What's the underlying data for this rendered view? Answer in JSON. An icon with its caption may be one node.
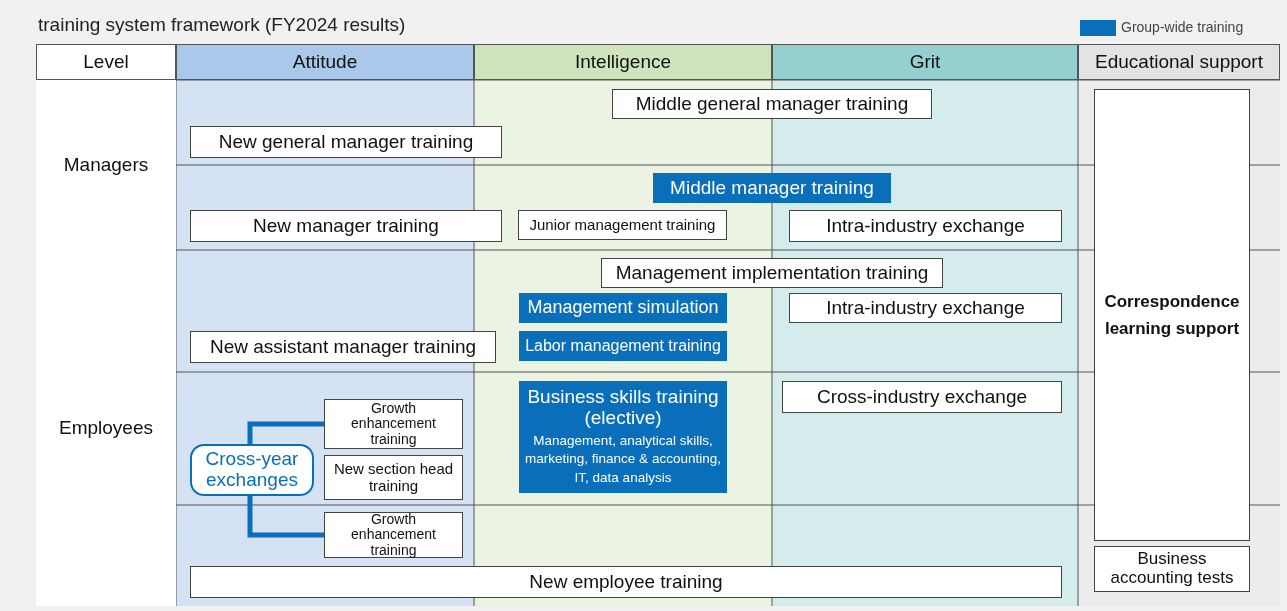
{
  "diagram": {
    "title": "training system framework (FY2024 results)",
    "nodes": [
      {
        "text": [
          "Level"
        ]
      },
      {
        "text": [
          "Attitude"
        ]
      },
      {
        "text": [
          "Intelligence"
        ]
      },
      {
        "text": [
          "Grit"
        ]
      },
      {
        "text": [
          "Educational support"
        ]
      },
      {
        "text": [
          "Managers"
        ]
      },
      {
        "text": [
          "Employees"
        ]
      },
      {
        "text": [
          "Middle general manager training"
        ]
      },
      {
        "text": [
          "New general manager training"
        ]
      },
      {
        "text": [
          "Middle manager training"
        ]
      },
      {
        "text": [
          "New manager training"
        ]
      },
      {
        "text": [
          "Junior management training"
        ]
      },
      {
        "text": [
          "Intra-industry exchange"
        ]
      },
      {
        "text": [
          "Management implementation training"
        ]
      },
      {
        "text": [
          "Management simulation"
        ]
      },
      {
        "text": [
          "Intra-industry exchange"
        ]
      },
      {
        "text": [
          "New assistant manager training"
        ]
      },
      {
        "text": [
          "Labor management training"
        ]
      },
      {
        "text": [
          "Correspondence learning support"
        ]
      },
      {
        "text": [
          "Business skills training (elective)",
          "Management, analytical skills, marketing, finance & accounting, IT, data analysis"
        ]
      },
      {
        "text": [
          "Cross-industry exchange"
        ]
      },
      {
        "text": [
          "Growth enhancement training"
        ]
      },
      {
        "text": [
          "Cross-year exchanges"
        ]
      },
      {
        "text": [
          "New section head training"
        ]
      },
      {
        "text": [
          "Growth enhancement training"
        ]
      },
      {
        "text": [
          "New employee training"
        ]
      },
      {
        "text": [
          "Business accounting tests"
        ]
      }
    ],
    "edges": [
      {
        "from": 22,
        "to": 21,
        "arrow": "none"
      },
      {
        "from": 22,
        "to": 24,
        "arrow": "none"
      }
    ],
    "legend": [
      {
        "text": "Group-wide training",
        "color": "#0a6fba"
      }
    ]
  }
}
